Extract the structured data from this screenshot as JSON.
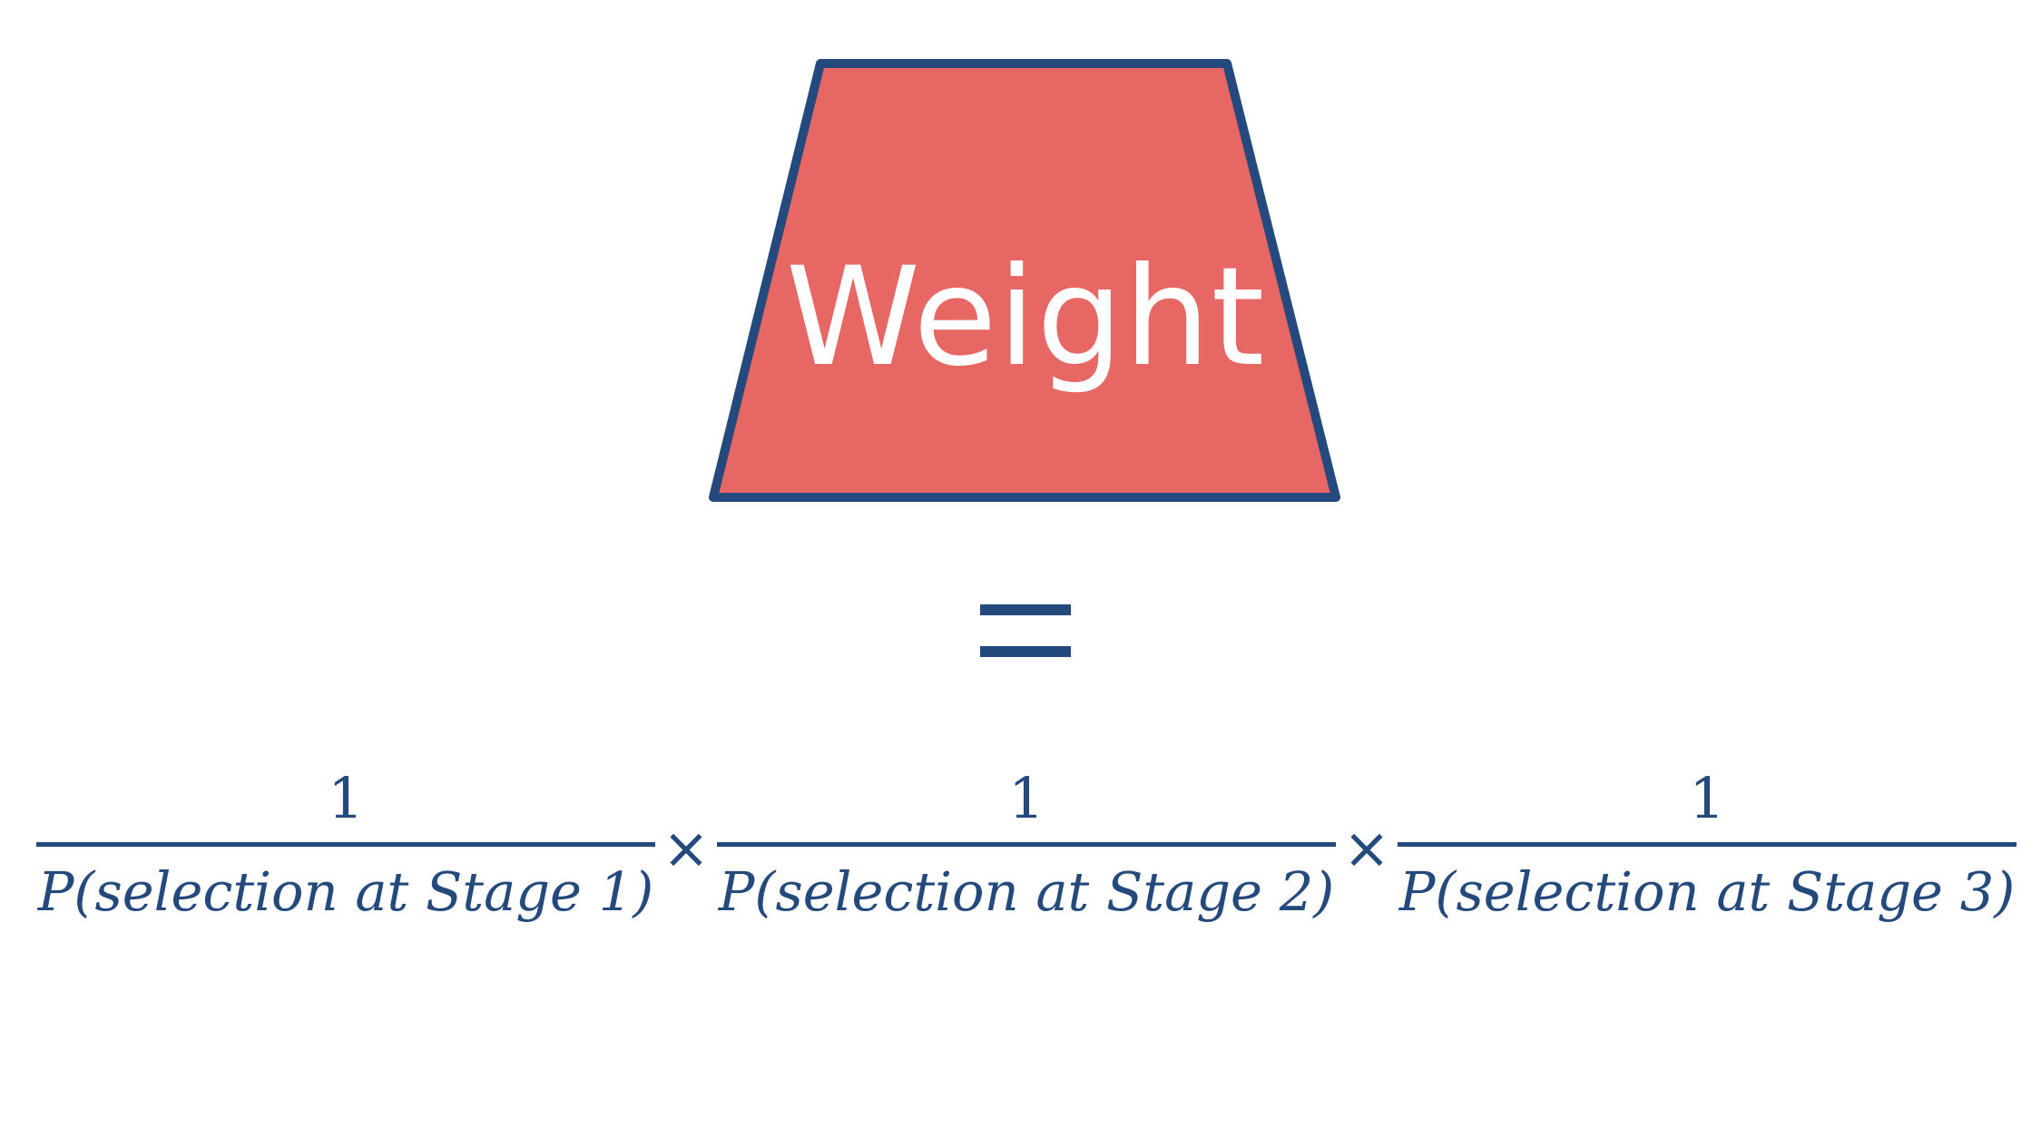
{
  "colors": {
    "fill": "#e66763",
    "stroke": "#24497d",
    "label": "#ffffff",
    "math": "#24497d"
  },
  "diagram": {
    "shape_label": "Weight",
    "equals": "=",
    "operator": "×",
    "fractions": [
      {
        "numerator": "1",
        "denominator": "P(selection at Stage 1)"
      },
      {
        "numerator": "1",
        "denominator": "P(selection at Stage 2)"
      },
      {
        "numerator": "1",
        "denominator": "P(selection at Stage 3)"
      }
    ]
  }
}
